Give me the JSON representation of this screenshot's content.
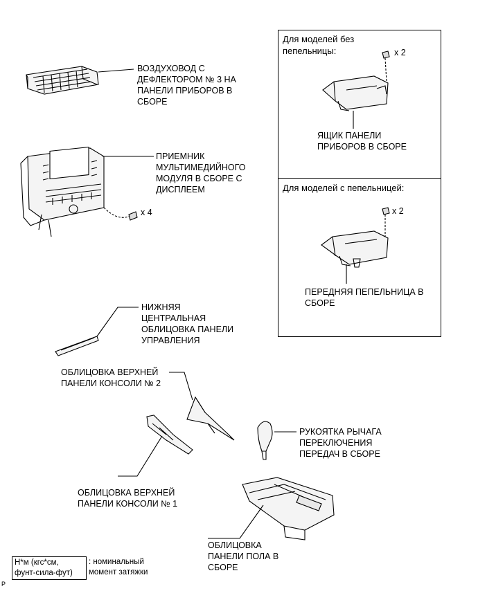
{
  "labels": {
    "vent": "ВОЗДУХОВОД С\nДЕФЛЕКТОРОМ № 3 НА\nПАНЕЛИ ПРИБОРОВ В\nСБОРЕ",
    "radio": "ПРИЕМНИК\nМУЛЬТИМЕДИЙНОГО\nМОДУЛЯ В СБОРЕ С\nДИСПЛЕЕМ",
    "radio_qty": "x 4",
    "lower_trim": "НИЖНЯЯ\nЦЕНТРАЛЬНАЯ\nОБЛИЦОВКА ПАНЕЛИ\nУПРАВЛЕНИЯ",
    "console_trim_2": "ОБЛИЦОВКА ВЕРХНЕЙ\nПАНЕЛИ КОНСОЛИ № 2",
    "console_trim_1": "ОБЛИЦОВКА ВЕРХНЕЙ\nПАНЕЛИ КОНСОЛИ № 1",
    "shift_knob": "РУКОЯТКА РЫЧАГА\nПЕРЕКЛЮЧЕНИЯ\nПЕРЕДАЧ В СБОРЕ",
    "floor_panel": "ОБЛИЦОВКА\nПАНЕЛИ ПОЛА В\nСБОРЕ"
  },
  "box_top": {
    "header": "Для моделей без\nпепельницы:",
    "qty": "x 2",
    "part": "ЯЩИК ПАНЕЛИ\nПРИБОРОВ В СБОРЕ"
  },
  "box_bottom": {
    "header": "Для моделей с пепельницей:",
    "qty": "x 2",
    "part": "ПЕРЕДНЯЯ ПЕПЕЛЬНИЦА В\nСБОРЕ"
  },
  "legend": {
    "unit": "Н*м (кгс*см,\nфунт-сила-фут)",
    "meaning": ": номинальный\nмомент затяжки"
  },
  "corner_mark": "P"
}
